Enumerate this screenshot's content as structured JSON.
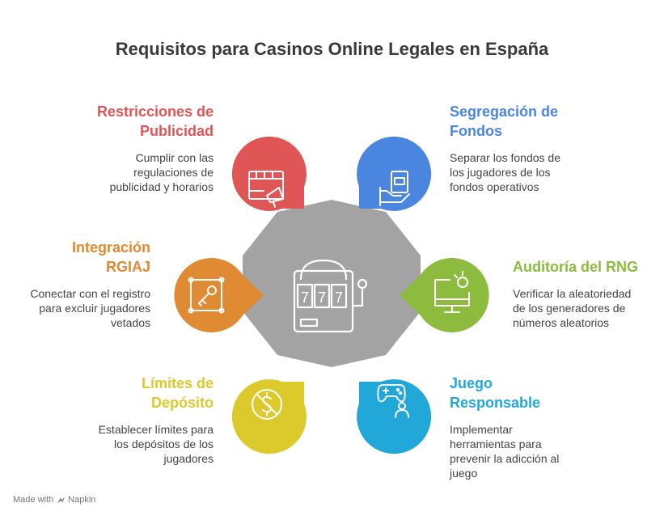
{
  "title": "Requisitos para Casinos Online Legales en España",
  "colors": {
    "center": "#A3A3A3",
    "restricciones": "#E05555",
    "segregacion": "#4A86E0",
    "integracion": "#E08A33",
    "auditoria": "#8DBB3E",
    "limites": "#DCC92B",
    "juego": "#21A8D8"
  },
  "center_icon": "slot-machine-icon",
  "slot_digits": [
    "7",
    "7",
    "7"
  ],
  "items": {
    "restricciones": {
      "title": [
        "Restricciones de",
        "Publicidad"
      ],
      "desc": [
        "Cumplir con las",
        "regulaciones de",
        "publicidad y horarios"
      ],
      "icon": "advertising-icon"
    },
    "segregacion": {
      "title": [
        "Segregación de",
        "Fondos"
      ],
      "desc": [
        "Separar los fondos de",
        "los jugadores de los",
        "fondos operativos"
      ],
      "icon": "cash-hand-icon"
    },
    "integracion": {
      "title": [
        "Integración",
        "RGIAJ"
      ],
      "desc": [
        "Conectar con el registro",
        "para excluir jugadores",
        "vetados"
      ],
      "icon": "key-icon"
    },
    "auditoria": {
      "title": [
        "Auditoría del RNG"
      ],
      "desc": [
        "Verificar la aleatoriedad",
        "de los generadores de",
        "números aleatorios"
      ],
      "icon": "monitor-icon"
    },
    "limites": {
      "title": [
        "Límites de",
        "Depósito"
      ],
      "desc": [
        "Establecer límites para",
        "los depósitos de los",
        "jugadores"
      ],
      "icon": "no-money-icon"
    },
    "juego": {
      "title": [
        "Juego",
        "Responsable"
      ],
      "desc": [
        "Implementar",
        "herramientas para",
        "prevenir la adicción al",
        "juego"
      ],
      "icon": "gamer-icon"
    }
  },
  "footer": {
    "made_with": "Made with",
    "brand": "Napkin"
  }
}
